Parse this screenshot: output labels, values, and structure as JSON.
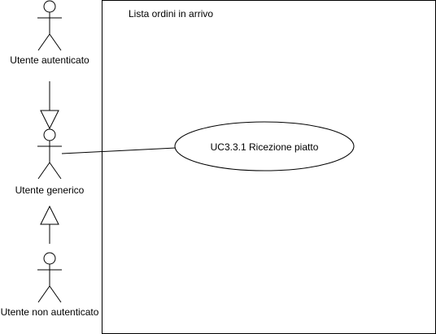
{
  "diagram": {
    "system_boundary": {
      "title": "Lista ordini in arrivo"
    },
    "use_cases": [
      {
        "label": "UC3.3.1 Ricezione piatto"
      }
    ],
    "actors": [
      {
        "label": "Utente autenticato"
      },
      {
        "label": "Utente generico"
      },
      {
        "label": "Utente non autenticato"
      }
    ],
    "colors": {
      "stroke": "#000000",
      "fill": "#ffffff",
      "text": "#000000"
    }
  }
}
